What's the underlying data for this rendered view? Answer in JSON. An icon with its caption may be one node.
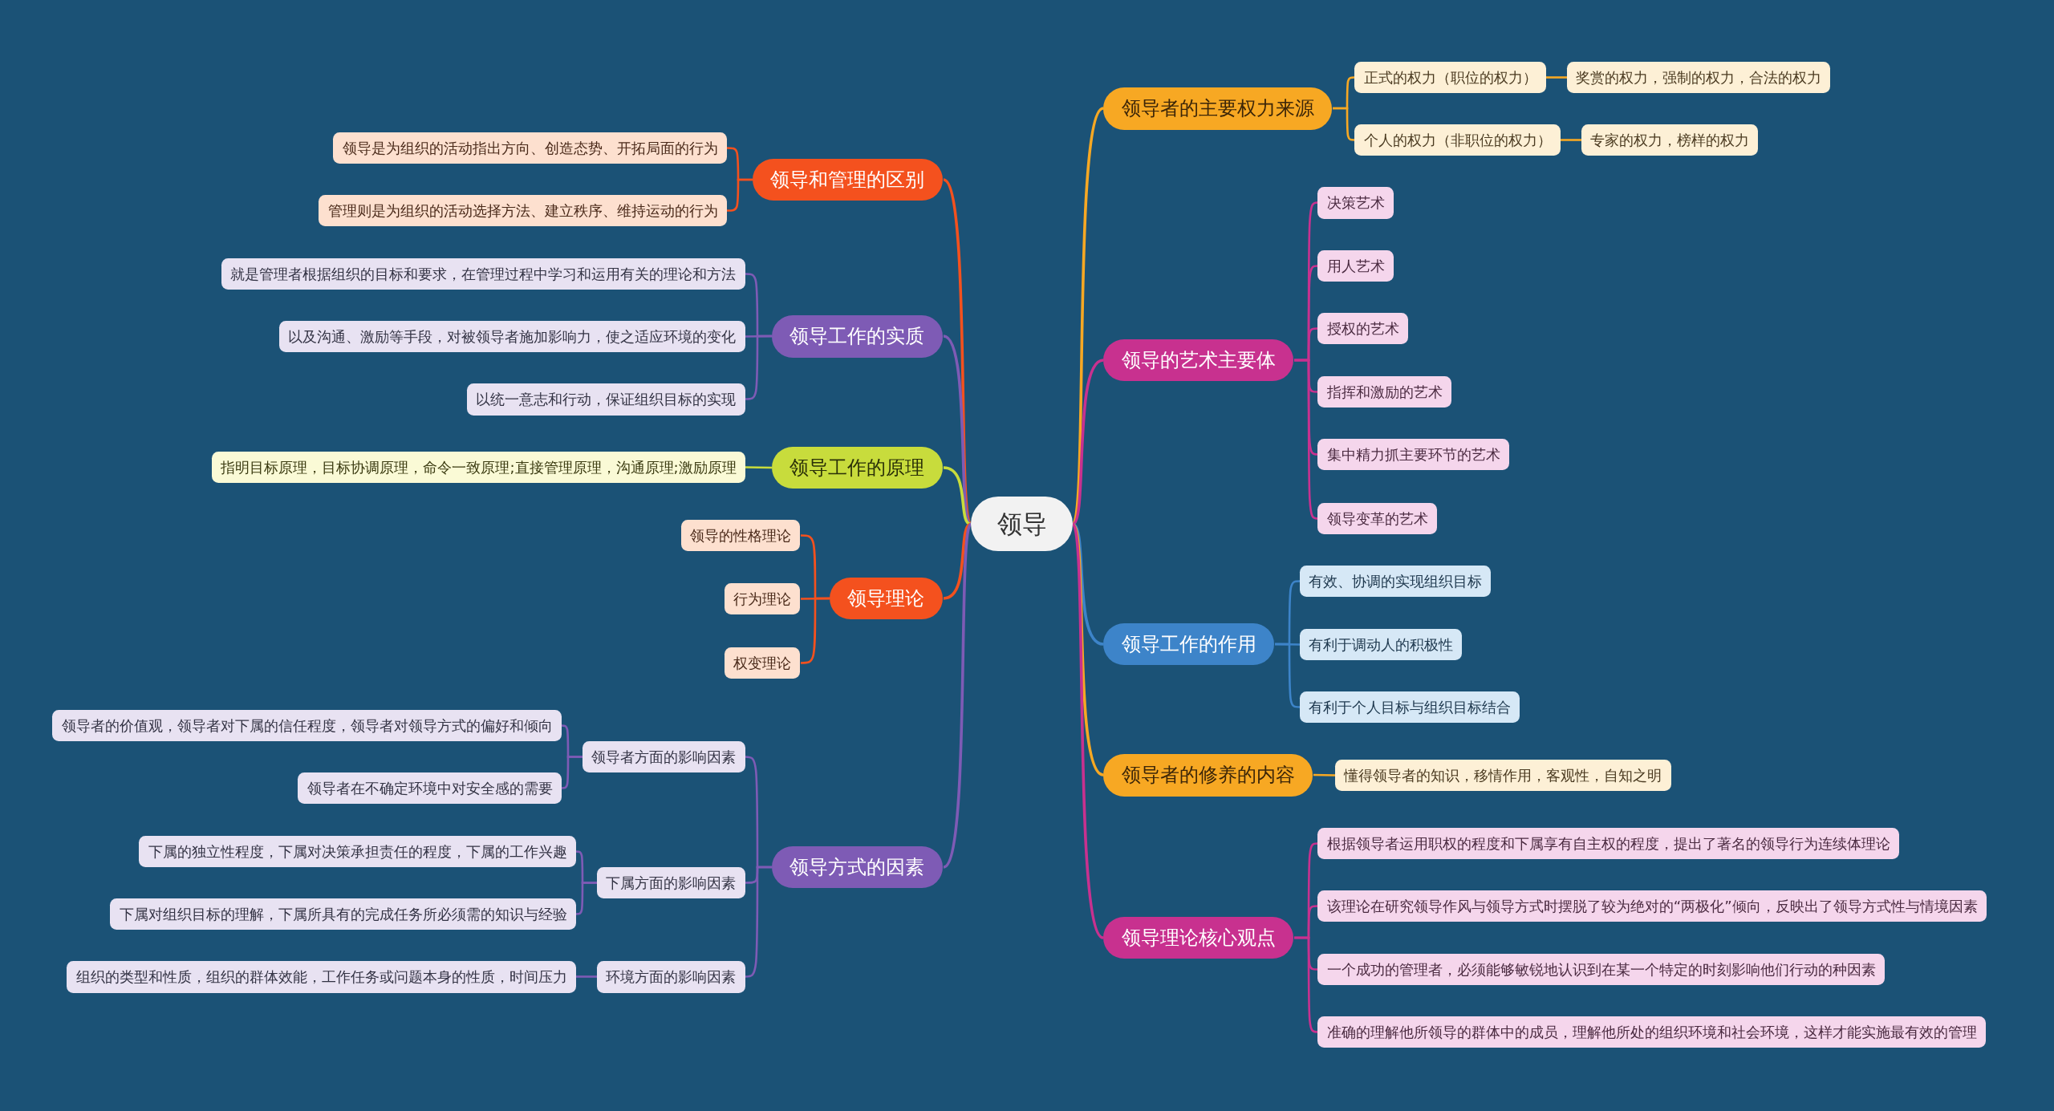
{
  "diagram": {
    "nodes": [
      {
        "text": [
          "领导"
        ]
      },
      {
        "text": [
          "领导者的主要权力来源"
        ]
      },
      {
        "text": [
          "正式的权力（职位的权力）"
        ]
      },
      {
        "text": [
          "奖赏的权力，强制的权力，合法的权力"
        ]
      },
      {
        "text": [
          "个人的权力（非职位的权力）"
        ]
      },
      {
        "text": [
          "专家的权力，榜样的权力"
        ]
      },
      {
        "text": [
          "领导的艺术主要体"
        ]
      },
      {
        "text": [
          "决策艺术"
        ]
      },
      {
        "text": [
          "用人艺术"
        ]
      },
      {
        "text": [
          "授权的艺术"
        ]
      },
      {
        "text": [
          "指挥和激励的艺术"
        ]
      },
      {
        "text": [
          "集中精力抓主要环节的艺术"
        ]
      },
      {
        "text": [
          "领导变革的艺术"
        ]
      },
      {
        "text": [
          "领导工作的作用"
        ]
      },
      {
        "text": [
          "有效、协调的实现组织目标"
        ]
      },
      {
        "text": [
          "有利于调动人的积极性"
        ]
      },
      {
        "text": [
          "有利于个人目标与组织目标结合"
        ]
      },
      {
        "text": [
          "领导者的修养的内容"
        ]
      },
      {
        "text": [
          "懂得领导者的知识，移情作用，客观性，自知之明"
        ]
      },
      {
        "text": [
          "领导理论核心观点"
        ]
      },
      {
        "text": [
          "根据领导者运用职权的程度和下属享有自主权的程度，提出了著名的领导行为连续体理论"
        ]
      },
      {
        "text": [
          "该理论在研究领导作风与领导方式时摆脱了较为绝对的“两极化”倾向，反映出了领导方式性与情境因素"
        ]
      },
      {
        "text": [
          "一个成功的管理者，必须能够敏锐地认识到在某一个特定的时刻影响他们行动的种因素"
        ]
      },
      {
        "text": [
          "准确的理解他所领导的群体中的成员，理解他所处的组织环境和社会环境，这样才能实施最有效的管理"
        ]
      },
      {
        "text": [
          "领导和管理的区别"
        ]
      },
      {
        "text": [
          "领导是为组织的活动指出方向、创造态势、开拓局面的行为"
        ]
      },
      {
        "text": [
          "管理则是为组织的活动选择方法、建立秩序、维持运动的行为"
        ]
      },
      {
        "text": [
          "领导工作的实质"
        ]
      },
      {
        "text": [
          "就是管理者根据组织的目标和要求，在管理过程中学习和运用有关的理论和方法"
        ]
      },
      {
        "text": [
          "以及沟通、激励等手段，对被领导者施加影响力，使之适应环境的变化"
        ]
      },
      {
        "text": [
          "以统一意志和行动，保证组织目标的实现"
        ]
      },
      {
        "text": [
          "领导工作的原理"
        ]
      },
      {
        "text": [
          "指明目标原理，目标协调原理，命令一致原理;直接管理原理，沟通原理;激励原理"
        ]
      },
      {
        "text": [
          "领导理论"
        ]
      },
      {
        "text": [
          "领导的性格理论"
        ]
      },
      {
        "text": [
          "行为理论"
        ]
      },
      {
        "text": [
          "权变理论"
        ]
      },
      {
        "text": [
          "领导方式的因素"
        ]
      },
      {
        "text": [
          "领导者方面的影响因素"
        ]
      },
      {
        "text": [
          "领导者的价值观，领导者对下属的信任程度，领导者对领导方式的偏好和倾向"
        ]
      },
      {
        "text": [
          "领导者在不确定环境中对安全感的需要"
        ]
      },
      {
        "text": [
          "下属方面的影响因素"
        ]
      },
      {
        "text": [
          "下属的独立性程度，下属对决策承担责任的程度，下属的工作兴趣"
        ]
      },
      {
        "text": [
          "下属对组织目标的理解，下属所具有的完成任务所必须需的知识与经验"
        ]
      },
      {
        "text": [
          "环境方面的影响因素"
        ]
      },
      {
        "text": [
          "组织的类型和性质，组织的群体效能，工作任务或问题本身的性质，时间压力"
        ]
      }
    ],
    "edges": [
      {
        "from": 0,
        "to": 1,
        "arrow": "none",
        "color": "#f7a823"
      },
      {
        "from": 1,
        "to": 2,
        "arrow": "none",
        "color": "#f7a823"
      },
      {
        "from": 2,
        "to": 3,
        "arrow": "none",
        "color": "#f7a823"
      },
      {
        "from": 1,
        "to": 4,
        "arrow": "none",
        "color": "#f7a823"
      },
      {
        "from": 4,
        "to": 5,
        "arrow": "none",
        "color": "#f7a823"
      },
      {
        "from": 0,
        "to": 6,
        "arrow": "none",
        "color": "#c8318f"
      },
      {
        "from": 6,
        "to": 7,
        "arrow": "none",
        "color": "#c8318f"
      },
      {
        "from": 6,
        "to": 8,
        "arrow": "none",
        "color": "#c8318f"
      },
      {
        "from": 6,
        "to": 9,
        "arrow": "none",
        "color": "#c8318f"
      },
      {
        "from": 6,
        "to": 10,
        "arrow": "none",
        "color": "#c8318f"
      },
      {
        "from": 6,
        "to": 11,
        "arrow": "none",
        "color": "#c8318f"
      },
      {
        "from": 6,
        "to": 12,
        "arrow": "none",
        "color": "#c8318f"
      },
      {
        "from": 0,
        "to": 13,
        "arrow": "none",
        "color": "#3d84c9"
      },
      {
        "from": 13,
        "to": 14,
        "arrow": "none",
        "color": "#3d84c9"
      },
      {
        "from": 13,
        "to": 15,
        "arrow": "none",
        "color": "#3d84c9"
      },
      {
        "from": 13,
        "to": 16,
        "arrow": "none",
        "color": "#3d84c9"
      },
      {
        "from": 0,
        "to": 17,
        "arrow": "none",
        "color": "#f7a823"
      },
      {
        "from": 17,
        "to": 18,
        "arrow": "none",
        "color": "#f7a823"
      },
      {
        "from": 0,
        "to": 19,
        "arrow": "none",
        "color": "#c8318f"
      },
      {
        "from": 19,
        "to": 20,
        "arrow": "none",
        "color": "#c8318f"
      },
      {
        "from": 19,
        "to": 21,
        "arrow": "none",
        "color": "#c8318f"
      },
      {
        "from": 19,
        "to": 22,
        "arrow": "none",
        "color": "#c8318f"
      },
      {
        "from": 19,
        "to": 23,
        "arrow": "none",
        "color": "#c8318f"
      },
      {
        "from": 0,
        "to": 24,
        "arrow": "none",
        "color": "#f4511e"
      },
      {
        "from": 24,
        "to": 25,
        "arrow": "none",
        "color": "#f4511e"
      },
      {
        "from": 24,
        "to": 26,
        "arrow": "none",
        "color": "#f4511e"
      },
      {
        "from": 0,
        "to": 27,
        "arrow": "none",
        "color": "#7e5bb5"
      },
      {
        "from": 27,
        "to": 28,
        "arrow": "none",
        "color": "#7e5bb5"
      },
      {
        "from": 27,
        "to": 29,
        "arrow": "none",
        "color": "#7e5bb5"
      },
      {
        "from": 27,
        "to": 30,
        "arrow": "none",
        "color": "#7e5bb5"
      },
      {
        "from": 0,
        "to": 31,
        "arrow": "none",
        "color": "#c8dc3c"
      },
      {
        "from": 31,
        "to": 32,
        "arrow": "none",
        "color": "#c8dc3c"
      },
      {
        "from": 0,
        "to": 33,
        "arrow": "none",
        "color": "#f4511e"
      },
      {
        "from": 33,
        "to": 34,
        "arrow": "none",
        "color": "#f4511e"
      },
      {
        "from": 33,
        "to": 35,
        "arrow": "none",
        "color": "#f4511e"
      },
      {
        "from": 33,
        "to": 36,
        "arrow": "none",
        "color": "#f4511e"
      },
      {
        "from": 0,
        "to": 37,
        "arrow": "none",
        "color": "#7e5bb5"
      },
      {
        "from": 37,
        "to": 38,
        "arrow": "none",
        "color": "#7e5bb5"
      },
      {
        "from": 38,
        "to": 39,
        "arrow": "none",
        "color": "#7e5bb5"
      },
      {
        "from": 38,
        "to": 40,
        "arrow": "none",
        "color": "#7e5bb5"
      },
      {
        "from": 37,
        "to": 41,
        "arrow": "none",
        "color": "#7e5bb5"
      },
      {
        "from": 41,
        "to": 42,
        "arrow": "none",
        "color": "#7e5bb5"
      },
      {
        "from": 41,
        "to": 43,
        "arrow": "none",
        "color": "#7e5bb5"
      },
      {
        "from": 37,
        "to": 44,
        "arrow": "none",
        "color": "#7e5bb5"
      },
      {
        "from": 44,
        "to": 45,
        "arrow": "none",
        "color": "#7e5bb5"
      }
    ]
  }
}
